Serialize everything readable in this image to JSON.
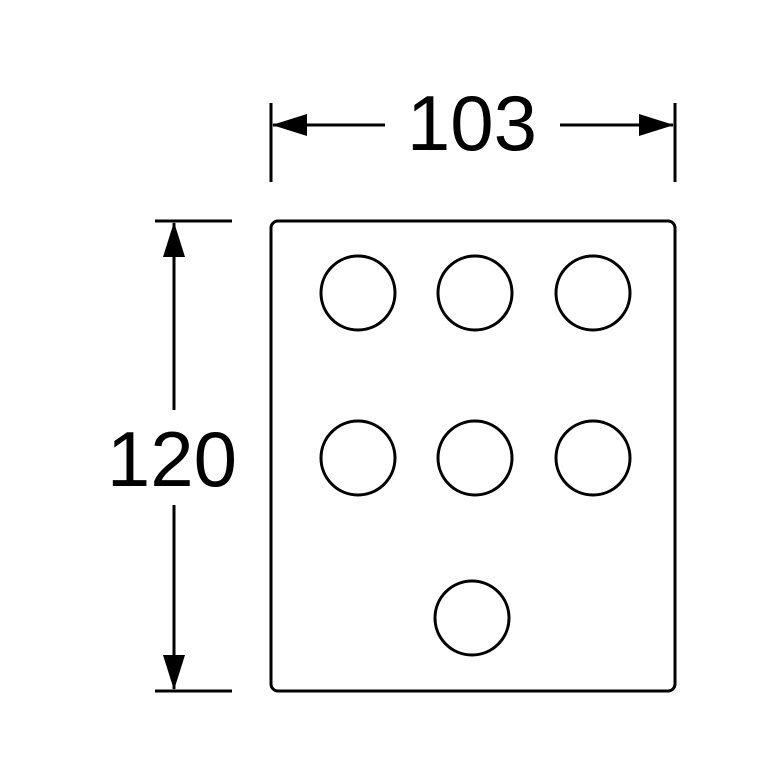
{
  "dimensions": {
    "width_label": "103",
    "height_label": "120"
  },
  "plate": {
    "hole_count": 7,
    "hole_rows": [
      3,
      3,
      1
    ]
  },
  "colors": {
    "stroke": "#000000",
    "background": "#ffffff"
  }
}
